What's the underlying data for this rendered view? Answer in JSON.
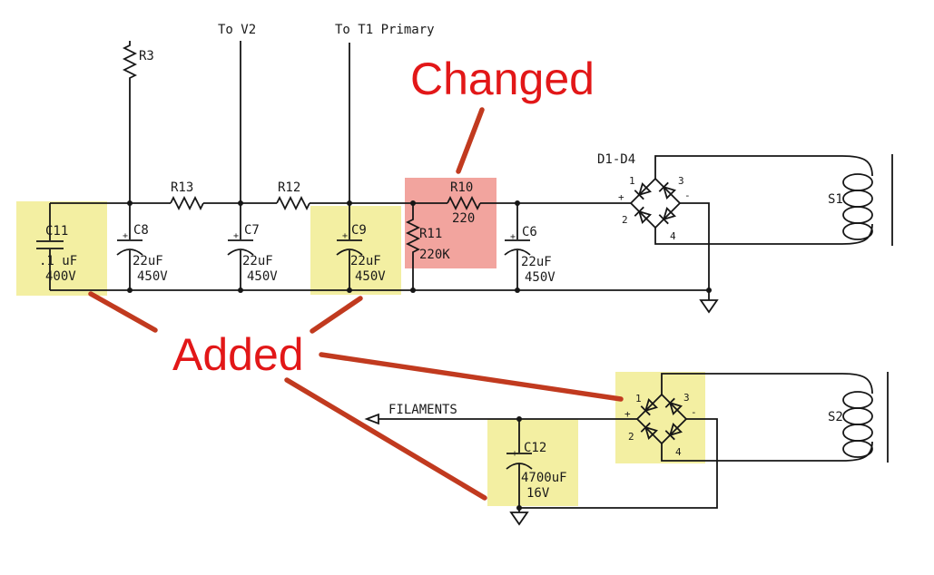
{
  "annotations": {
    "changed": "Changed",
    "added": "Added"
  },
  "wire_labels": {
    "to_v2": "To V2",
    "to_t1_primary": "To T1 Primary",
    "filaments": "FILAMENTS"
  },
  "components": {
    "r3": {
      "ref": "R3"
    },
    "r13": {
      "ref": "R13"
    },
    "r12": {
      "ref": "R12"
    },
    "r10": {
      "ref": "R10",
      "value": "220"
    },
    "r11": {
      "ref": "R11",
      "value": "220K"
    },
    "c11": {
      "ref": "C11",
      "value": ".1 uF",
      "voltage": "400V"
    },
    "c8": {
      "ref": "C8",
      "value": "22uF",
      "voltage": "450V",
      "polarity": "+"
    },
    "c7": {
      "ref": "C7",
      "value": "22uF",
      "voltage": "450V",
      "polarity": "+"
    },
    "c9": {
      "ref": "C9",
      "value": "22uF",
      "voltage": "450V",
      "polarity": "+"
    },
    "c6": {
      "ref": "C6",
      "value": "22uF",
      "voltage": "450V",
      "polarity": "+"
    },
    "c12": {
      "ref": "C12",
      "value": "4700uF",
      "voltage": "16V",
      "polarity": "+"
    },
    "bridge1": {
      "ref": "D1-D4",
      "pin1": "1",
      "pin2": "2",
      "pin3": "3",
      "pin4": "4",
      "plus": "+",
      "minus": "-"
    },
    "bridge2": {
      "pin1": "1",
      "pin2": "2",
      "pin3": "3",
      "pin4": "4",
      "plus": "+",
      "minus": "-"
    },
    "s1": {
      "ref": "S1"
    },
    "s2": {
      "ref": "S2"
    }
  },
  "colors": {
    "annotation_text_red": "#e21718",
    "annotation_line_red": "#c13a1f",
    "highlight_added_yellow": "#f3efa2",
    "highlight_changed_pink": "#f2a49e",
    "schematic_ink": "#161616",
    "background": "#ffffff"
  }
}
